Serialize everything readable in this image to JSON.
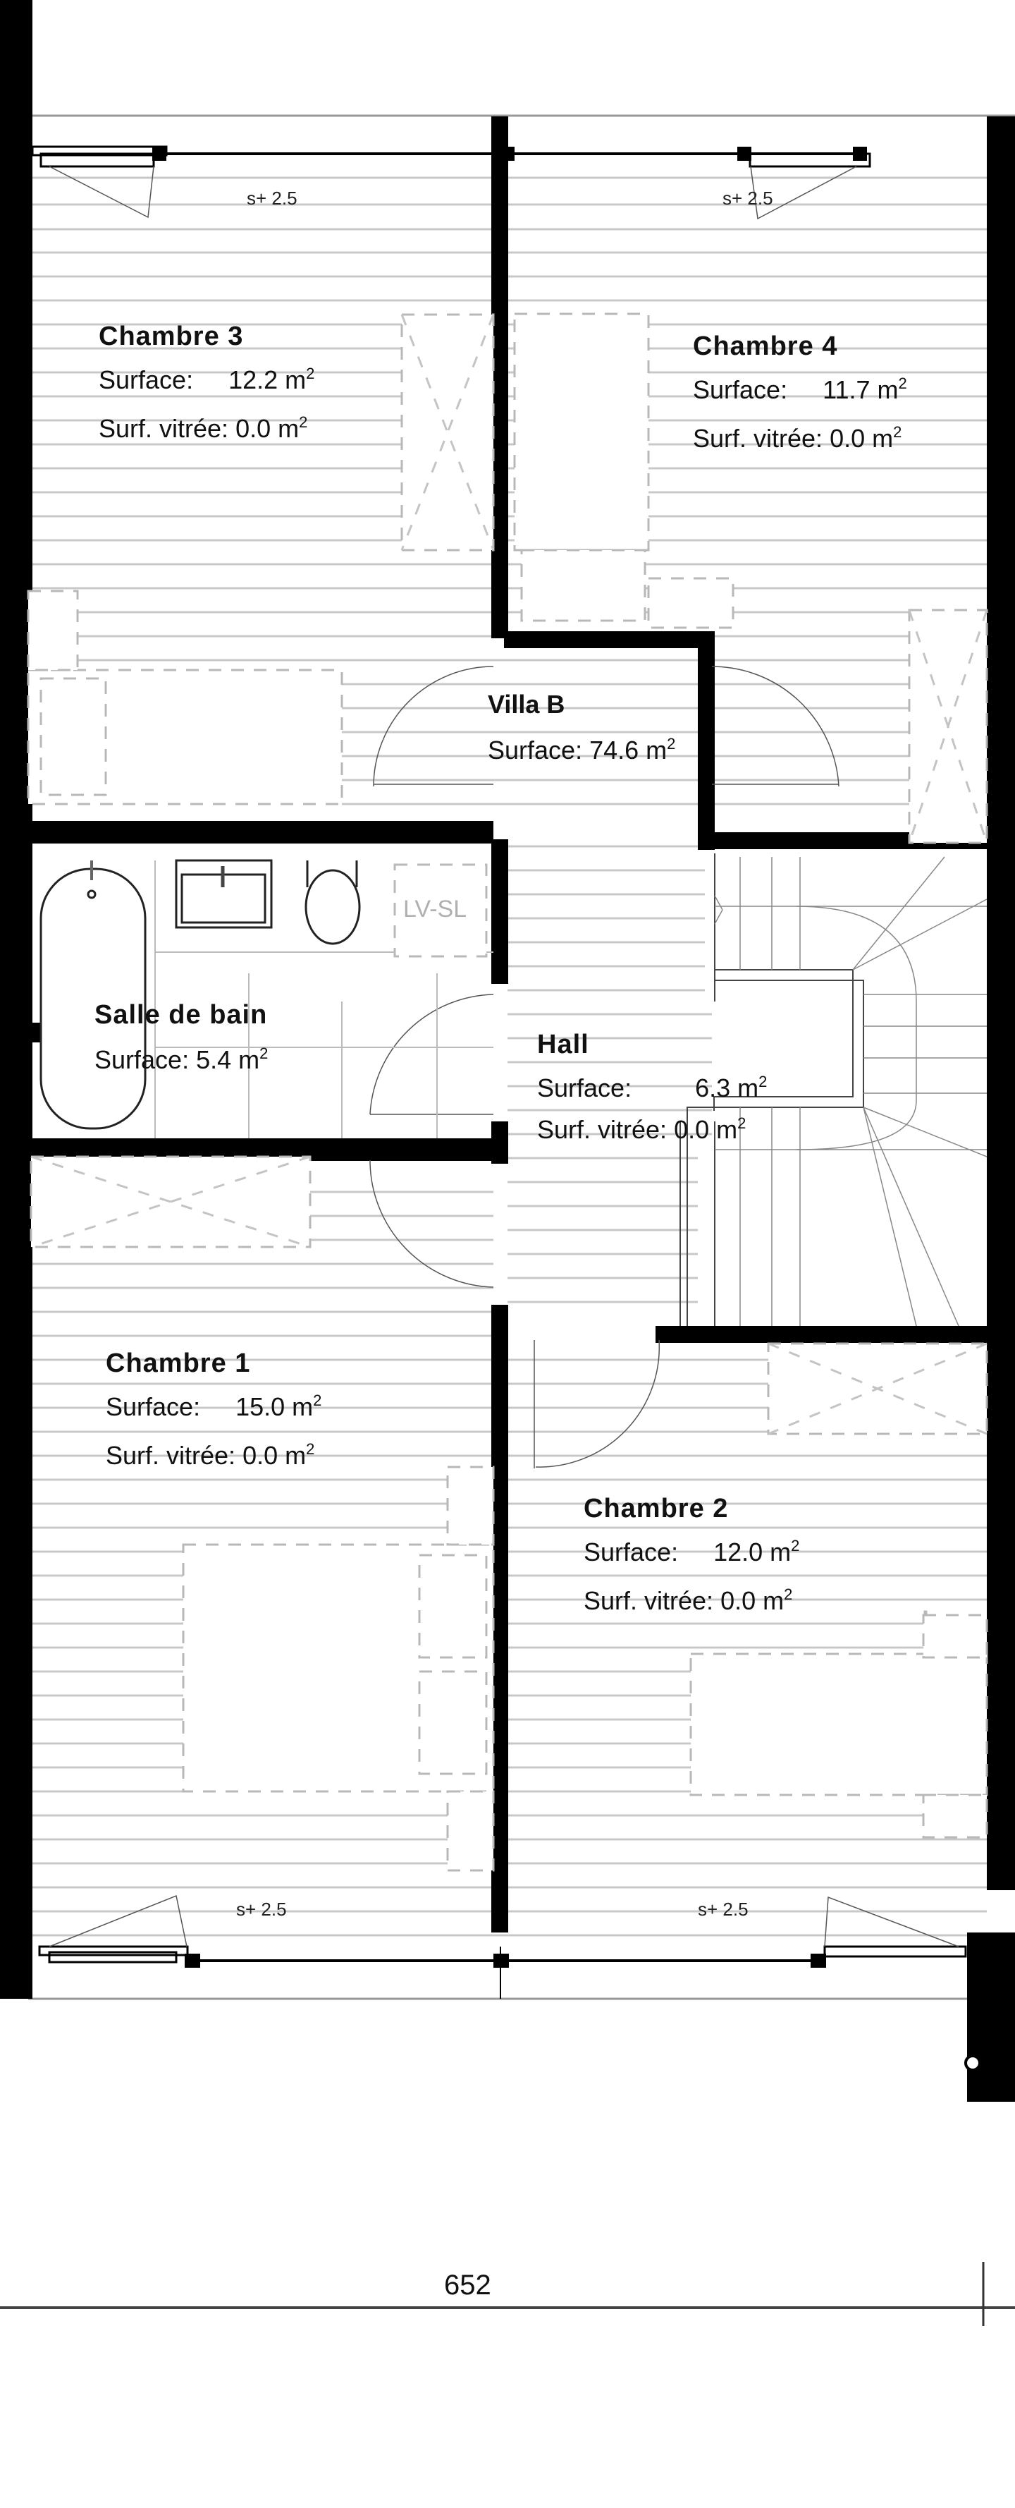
{
  "plan": {
    "title": "Villa B",
    "total_surface_label": "Surface:",
    "total_surface_value": "74.6 m",
    "unit_sup": "2"
  },
  "rooms": [
    {
      "name": "Chambre 3",
      "surface_label": "Surface:",
      "surface_value": "12.2 m",
      "glazed_label": "Surf. vitrée:",
      "glazed_value": "0.0 m"
    },
    {
      "name": "Chambre 4",
      "surface_label": "Surface:",
      "surface_value": "11.7 m",
      "glazed_label": "Surf. vitrée:",
      "glazed_value": "0.0 m"
    },
    {
      "name": "Salle de bain",
      "surface_label": "Surface:",
      "surface_value": "5.4 m"
    },
    {
      "name": "Hall",
      "surface_label": "Surface:",
      "surface_value": "6.3 m",
      "glazed_label": "Surf. vitrée:",
      "glazed_value": "0.0 m"
    },
    {
      "name": "Chambre 1",
      "surface_label": "Surface:",
      "surface_value": "15.0 m",
      "glazed_label": "Surf. vitrée:",
      "glazed_value": "0.0 m"
    },
    {
      "name": "Chambre 2",
      "surface_label": "Surface:",
      "surface_value": "12.0 m",
      "glazed_label": "Surf. vitrée:",
      "glazed_value": "0.0 m"
    }
  ],
  "window_sill_labels": [
    "s+ 2.5",
    "s+ 2.5",
    "s+ 2.5",
    "s+ 2.5"
  ],
  "fixtures": {
    "washer_label": "LV-SL"
  },
  "dimension": {
    "value": "652"
  },
  "colors": {
    "wall": "#000000",
    "hatch": "#c8c8c8",
    "furniture_dash": "#b8b8b8",
    "text": "#111111"
  }
}
